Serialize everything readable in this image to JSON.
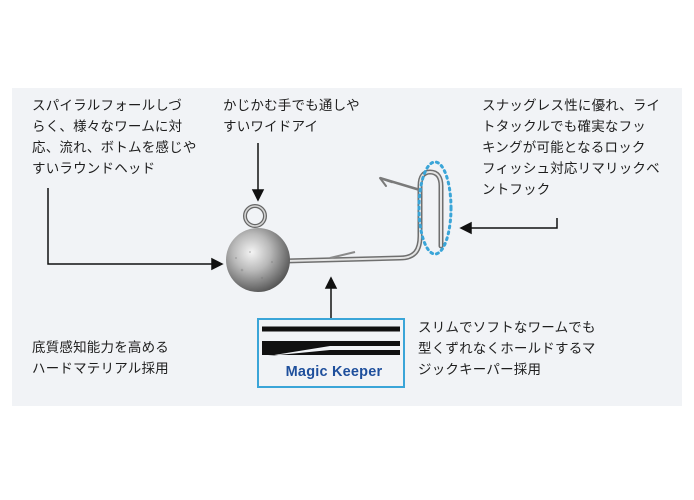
{
  "labels": {
    "round_head": "スパイラルフォールしづ\nらく、様々なワームに対\n応、流れ、ボトムを感じや\nすいラウンドヘッド",
    "wide_eye": "かじかむ手でも通しや\nすいワイドアイ",
    "hook": "スナッグレス性に優れ、ライ\nトタックルでも確実なフッ\nキングが可能となるロック\nフィッシュ対応リマリックベ\nントフック",
    "material": "底質感知能力を高める\nハードマテリアル採用",
    "keeper": "スリムでソフトなワームでも\n型くずれなくホールドするマ\nジックキーパー採用"
  },
  "magic_keeper": {
    "text": "Magic Keeper"
  },
  "colors": {
    "accent": "#3aa5d8",
    "keeper_text": "#1e4f9c",
    "panel": "#f1f3f6"
  }
}
